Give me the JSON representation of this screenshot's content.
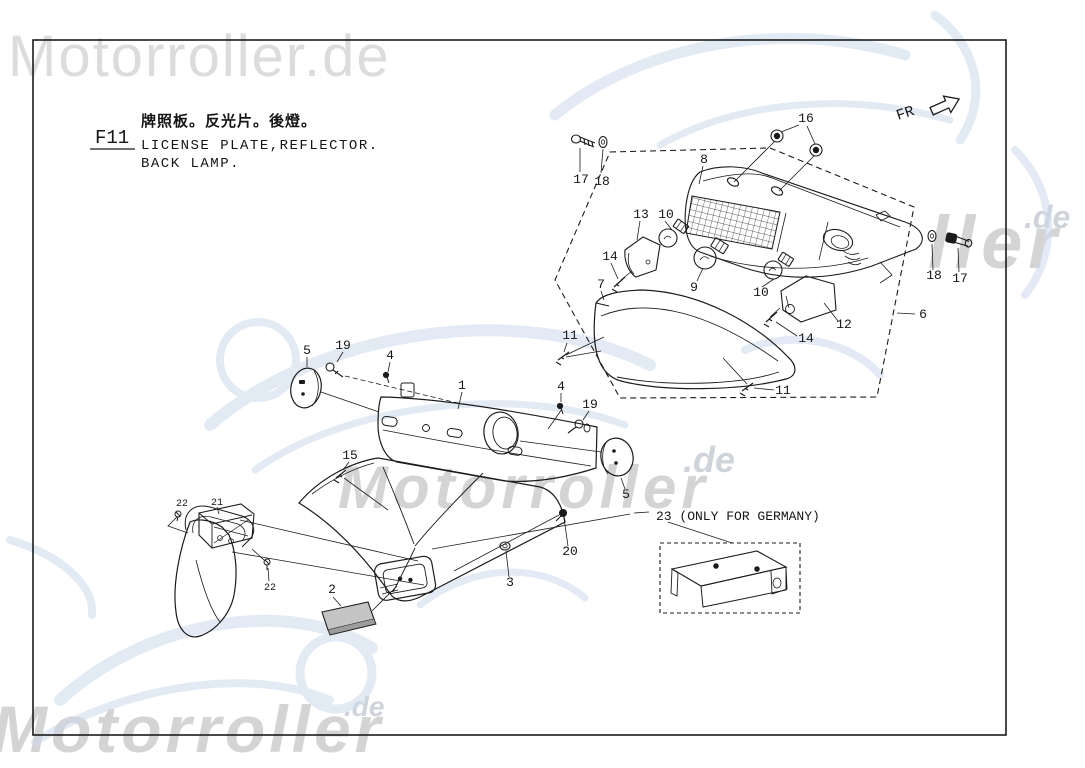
{
  "page": {
    "line_color": "#1b1b1b",
    "watermark_gray": "#d4d4d4",
    "watermark_blue": "#ccd9ec",
    "background": "#ffffff"
  },
  "header": {
    "figure_code": "F11",
    "title_zh": "牌照板。反光片。後燈。",
    "title_en_line1": "LICENSE PLATE,REFLECTOR.",
    "title_en_line2": "BACK LAMP.",
    "orientation_label": "FR"
  },
  "watermarks": {
    "top": "Motorroller.de",
    "middle_text": "Motorroller",
    "middle_suffix": ".de",
    "right_fragment": "ller",
    "right_suffix": ".de",
    "bottom_text": "Motorroller",
    "bottom_suffix": ".de"
  },
  "annotations": {
    "germany_note": "23 (ONLY FOR GERMANY)"
  },
  "callouts": [
    "17",
    "18",
    "8",
    "16",
    "13",
    "10",
    "14",
    "9",
    "10",
    "12",
    "14",
    "18",
    "17",
    "6",
    "11",
    "7",
    "11",
    "5",
    "19",
    "4",
    "1",
    "4",
    "19",
    "15",
    "5",
    "20",
    "3",
    "2",
    "22",
    "21",
    "22"
  ]
}
